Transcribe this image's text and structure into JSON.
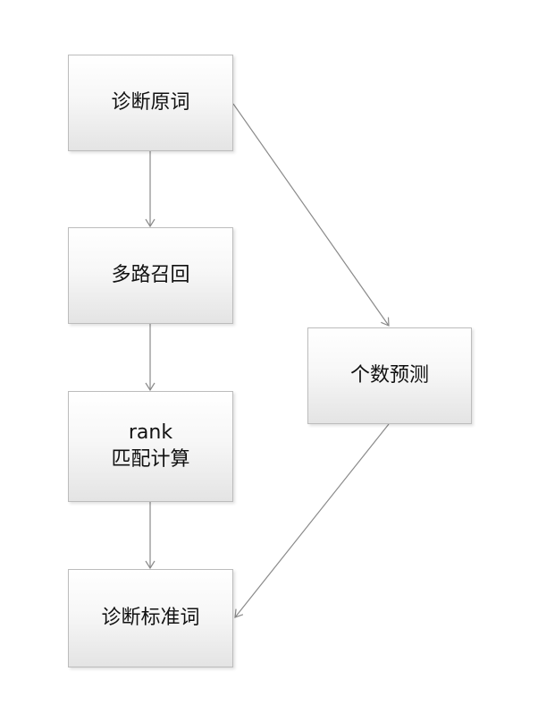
{
  "nodes": {
    "diagnose_source": {
      "label": "诊断原词"
    },
    "multi_recall": {
      "label": "多路召回"
    },
    "rank_match": {
      "line1": "rank",
      "line2": "匹配计算"
    },
    "count_predict": {
      "label": "个数预测"
    },
    "diagnose_standard": {
      "label": "诊断标准词"
    }
  },
  "edges": [
    {
      "from": "diagnose_source",
      "to": "multi_recall"
    },
    {
      "from": "multi_recall",
      "to": "rank_match"
    },
    {
      "from": "rank_match",
      "to": "diagnose_standard"
    },
    {
      "from": "diagnose_source",
      "to": "count_predict"
    },
    {
      "from": "count_predict",
      "to": "diagnose_standard"
    }
  ],
  "colors": {
    "edge": "#8a8a8a",
    "node_border": "#bcbcbc",
    "node_fill_top": "#ffffff",
    "node_fill_bottom": "#e4e4e4"
  }
}
